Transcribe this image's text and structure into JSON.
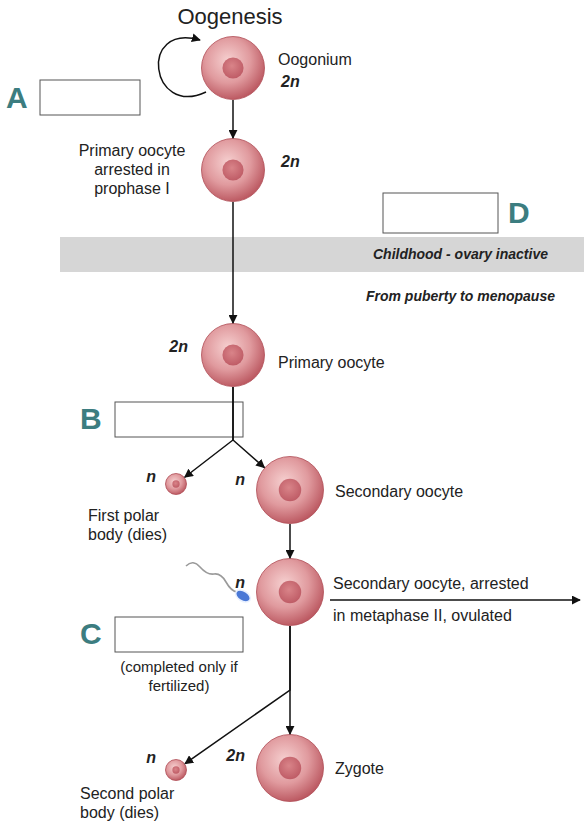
{
  "diagram": {
    "title": "Oogenesis",
    "nodes": [
      {
        "text": [
          "Oogonium",
          "2n"
        ]
      },
      {
        "text": [
          "Primary oocyte arrested in prophase I",
          "2n"
        ]
      },
      {
        "text": [
          "Childhood - ovary inactive",
          "From puberty to menopause"
        ]
      },
      {
        "text": [
          "2n",
          "Primary oocyte"
        ]
      },
      {
        "text": [
          "n",
          "First polar body (dies)"
        ]
      },
      {
        "text": [
          "n",
          "Secondary oocyte"
        ]
      },
      {
        "text": [
          "n"
        ]
      },
      {
        "text": [
          "n",
          "Second polar body (dies)"
        ]
      },
      {
        "text": [
          "2n",
          "Zygote"
        ]
      }
    ],
    "edges": [
      {
        "from": 0,
        "to": 1,
        "arrow": "to"
      },
      {
        "from": 1,
        "to": 3,
        "arrow": "to"
      },
      {
        "from": 3,
        "to": 4,
        "arrow": "to"
      },
      {
        "from": 3,
        "to": 5,
        "arrow": "to"
      },
      {
        "from": 5,
        "to": 6,
        "arrow": "to"
      },
      {
        "from": 6,
        "to": 7,
        "arrow": "to"
      },
      {
        "from": 6,
        "to": 8,
        "arrow": "to"
      }
    ],
    "labels": [
      "A",
      "D",
      "B",
      "C",
      "(completed only if fertilized)",
      "Secondary oocyte, arrested in metaphase II, ovulated"
    ]
  }
}
